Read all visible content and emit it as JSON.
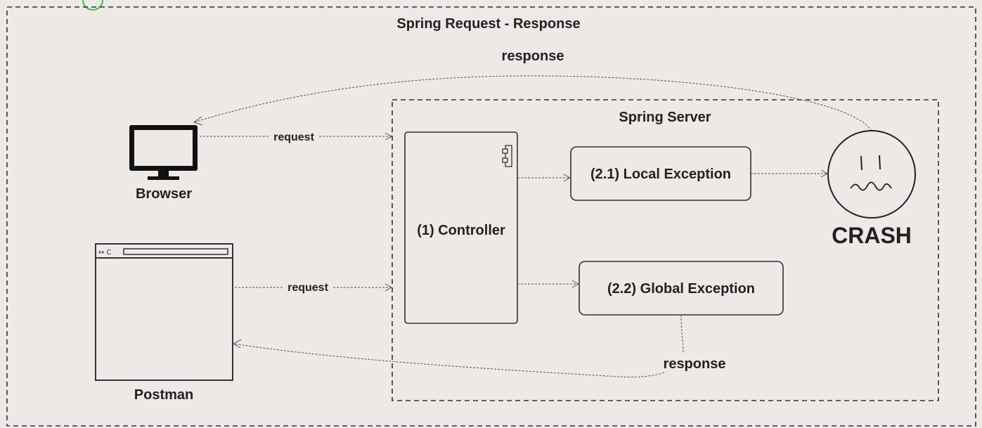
{
  "diagram": {
    "title": "Spring Request - Response",
    "server_title": "Spring Server",
    "top_response_label": "response",
    "bottom_response_label": "response",
    "browser_request_label": "request",
    "postman_request_label": "request",
    "browser_label": "Browser",
    "postman_label": "Postman",
    "controller_label": "(1) Controller",
    "local_exception_label": "(2.1) Local Exception",
    "global_exception_label": "(2.2) Global Exception",
    "crash_label": "CRASH",
    "postman_toolbar_glyphs": "↔ C"
  },
  "colors": {
    "background": "#ece9e6",
    "stroke": "#333333",
    "connector": "#555555",
    "partial_circle_accent": "#3cc13c"
  },
  "icons": [
    "monitor-icon",
    "browser-window-icon",
    "component-icon",
    "sad-face-icon"
  ]
}
